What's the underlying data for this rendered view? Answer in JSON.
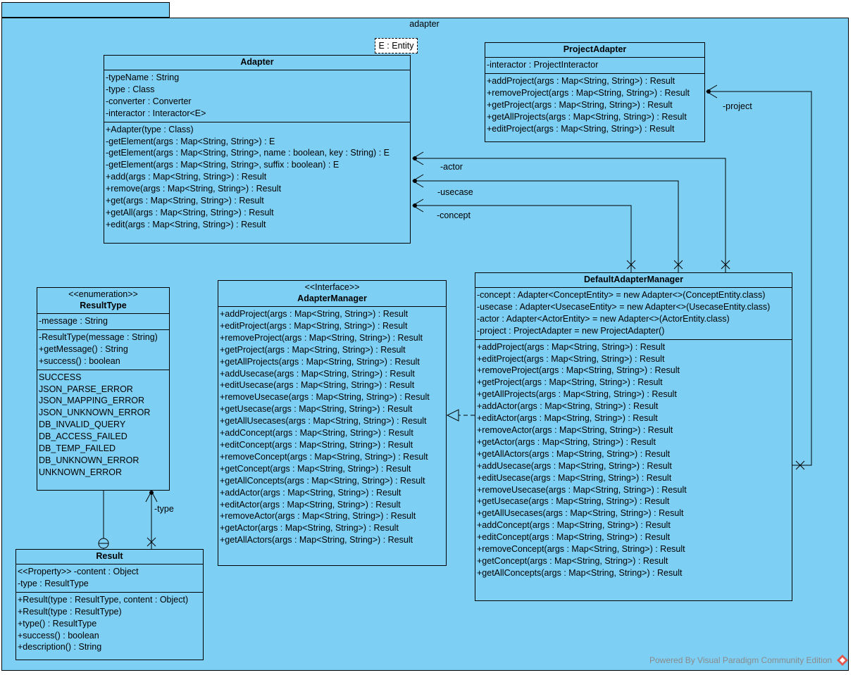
{
  "package": {
    "name": "adapter"
  },
  "template_param": "E : Entity",
  "classes": {
    "adapter": {
      "name": "Adapter",
      "attributes": [
        "-typeName : String",
        "-type : Class",
        "-converter : Converter",
        "-interactor : Interactor<E>"
      ],
      "operations": [
        "+Adapter(type : Class)",
        "-getElement(args : Map<String, String>) : E",
        "-getElement(args : Map<String, String>, name : boolean, key : String) : E",
        "-getElement(args : Map<String, String>, suffix : boolean) : E",
        "+add(args : Map<String, String>) : Result",
        "+remove(args : Map<String, String>) : Result",
        "+get(args : Map<String, String>) : Result",
        "+getAll(args : Map<String, String>) : Result",
        "+edit(args : Map<String, String>) : Result"
      ]
    },
    "project_adapter": {
      "name": "ProjectAdapter",
      "attributes": [
        "-interactor : ProjectInteractor"
      ],
      "operations": [
        "+addProject(args : Map<String, String>) : Result",
        "+removeProject(args : Map<String, String>) : Result",
        "+getProject(args : Map<String, String>) : Result",
        "+getAllProjects(args : Map<String, String>) : Result",
        "+editProject(args : Map<String, String>) : Result"
      ]
    },
    "result_type": {
      "stereotype": "<<enumeration>>",
      "name": "ResultType",
      "attributes": [
        "-message : String"
      ],
      "operations": [
        "-ResultType(message : String)",
        "+getMessage() : String",
        "+success() : boolean"
      ],
      "literals": [
        "SUCCESS",
        "JSON_PARSE_ERROR",
        "JSON_MAPPING_ERROR",
        "JSON_UNKNOWN_ERROR",
        "DB_INVALID_QUERY",
        "DB_ACCESS_FAILED",
        "DB_TEMP_FAILED",
        "DB_UNKNOWN_ERROR",
        "UNKNOWN_ERROR"
      ]
    },
    "adapter_manager": {
      "stereotype": "<<Interface>>",
      "name": "AdapterManager",
      "operations": [
        "+addProject(args : Map<String, String>) : Result",
        "+editProject(args : Map<String, String>) : Result",
        "+removeProject(args : Map<String, String>) : Result",
        "+getProject(args : Map<String, String>) : Result",
        "+getAllProjects(args : Map<String, String>) : Result",
        "+addUsecase(args : Map<String, String>) : Result",
        "+editUsecase(args : Map<String, String>) : Result",
        "+removeUsecase(args : Map<String, String>) : Result",
        "+getUsecase(args : Map<String, String>) : Result",
        "+getAllUsecases(args : Map<String, String>) : Result",
        "+addConcept(args : Map<String, String>) : Result",
        "+editConcept(args : Map<String, String>) : Result",
        "+removeConcept(args : Map<String, String>) : Result",
        "+getConcept(args : Map<String, String>) : Result",
        "+getAllConcepts(args : Map<String, String>) : Result",
        "+addActor(args : Map<String, String>) : Result",
        "+editActor(args : Map<String, String>) : Result",
        "+removeActor(args : Map<String, String>) : Result",
        "+getActor(args : Map<String, String>) : Result",
        "+getAllActors(args : Map<String, String>) : Result"
      ]
    },
    "default_adapter_manager": {
      "name": "DefaultAdapterManager",
      "attributes": [
        "-concept : Adapter<ConceptEntity> = new Adapter<>(ConceptEntity.class)",
        "-usecase : Adapter<UsecaseEntity> = new Adapter<>(UsecaseEntity.class)",
        "-actor : Adapter<ActorEntity> = new Adapter<>(ActorEntity.class)",
        "-project : ProjectAdapter = new ProjectAdapter()"
      ],
      "operations": [
        "+addProject(args : Map<String, String>) : Result",
        "+editProject(args : Map<String, String>) : Result",
        "+removeProject(args : Map<String, String>) : Result",
        "+getProject(args : Map<String, String>) : Result",
        "+getAllProjects(args : Map<String, String>) : Result",
        "+addActor(args : Map<String, String>) : Result",
        "+editActor(args : Map<String, String>) : Result",
        "+removeActor(args : Map<String, String>) : Result",
        "+getActor(args : Map<String, String>) : Result",
        "+getAllActors(args : Map<String, String>) : Result",
        "+addUsecase(args : Map<String, String>) : Result",
        "+editUsecase(args : Map<String, String>) : Result",
        "+removeUsecase(args : Map<String, String>) : Result",
        "+getUsecase(args : Map<String, String>) : Result",
        "+getAllUsecases(args : Map<String, String>) : Result",
        "+addConcept(args : Map<String, String>) : Result",
        "+editConcept(args : Map<String, String>) : Result",
        "+removeConcept(args : Map<String, String>) : Result",
        "+getConcept(args : Map<String, String>) : Result",
        "+getAllConcepts(args : Map<String, String>) : Result"
      ]
    },
    "result": {
      "name": "Result",
      "attributes": [
        "<<Property>> -content : Object",
        "-type : ResultType"
      ],
      "operations": [
        "+Result(type : ResultType, content : Object)",
        "+Result(type : ResultType)",
        "+type() : ResultType",
        "+success() : boolean",
        "+description() : String"
      ]
    }
  },
  "associations": {
    "project": "-project",
    "actor": "-actor",
    "usecase": "-usecase",
    "concept": "-concept",
    "type": "-type"
  },
  "footer": {
    "text": "Powered By  Visual Paradigm Community Edition"
  },
  "colors": {
    "class_fill": "#7ecff4",
    "line": "#000000",
    "footer_text": "#8a8a8a",
    "logo": "#e0584f"
  }
}
